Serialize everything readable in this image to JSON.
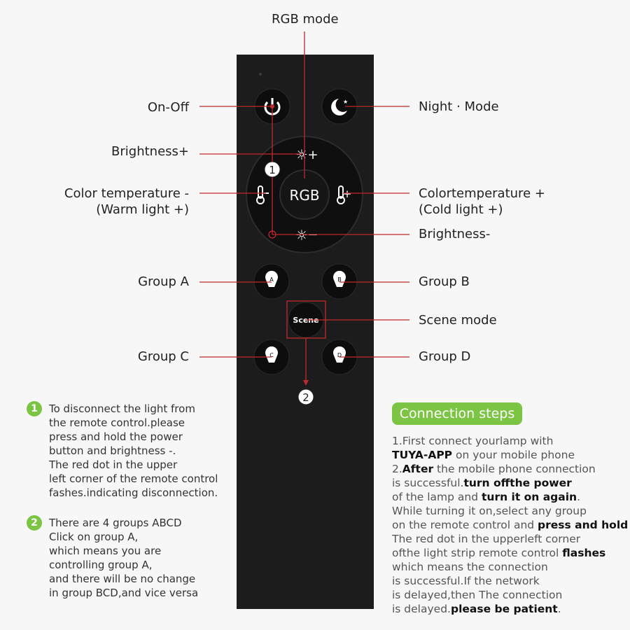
{
  "labels": {
    "rgb_mode": "RGB mode",
    "on_off": "On-Off",
    "night_mode": "Night · Mode",
    "brightness_plus": "Brightness+",
    "color_temp_minus": "Color temperature -",
    "warm_light": "(Warm light +)",
    "color_temp_plus": "Colortemperature +",
    "cold_light": "(Cold light +)",
    "brightness_minus": "Brightness-",
    "group_a": "Group A",
    "group_b": "Group B",
    "scene_mode": "Scene mode",
    "group_c": "Group C",
    "group_d": "Group D"
  },
  "remote": {
    "rgb_button": "RGB",
    "scene_button": "Scene",
    "group_letters": [
      "A",
      "B",
      "C",
      "D"
    ],
    "marker_1": "1",
    "marker_2": "2"
  },
  "notes": [
    {
      "number": "1",
      "lines": [
        "To disconnect the light from",
        "the remote control.please",
        "press and hold the power",
        "button and brightness -.",
        "The red dot in the upper",
        "left corner of the remote control",
        "fashes.indicating disconnection."
      ]
    },
    {
      "number": "2",
      "lines": [
        "There are 4 groups ABCD",
        "Click on group A,",
        "which means you are",
        "controlling group A,",
        "and there will be no change",
        "in group BCD,and vice versa"
      ]
    }
  ],
  "connection_steps": {
    "title": "Connection steps",
    "lines": [
      [
        {
          "t": "1.First connect yourlamp with",
          "b": false
        }
      ],
      [
        {
          "t": "TUYA-APP",
          "b": true
        },
        {
          "t": " on your mobile phone",
          "b": false
        }
      ],
      [
        {
          "t": "2.",
          "b": false
        },
        {
          "t": "After",
          "b": true
        },
        {
          "t": " the mobile phone connection",
          "b": false
        }
      ],
      [
        {
          "t": "is successful.",
          "b": false
        },
        {
          "t": "turn offthe power",
          "b": true
        }
      ],
      [
        {
          "t": "of the lamp and ",
          "b": false
        },
        {
          "t": "turn it on again",
          "b": true
        },
        {
          "t": ".",
          "b": false
        }
      ],
      [
        {
          "t": "While turning it on,select any group",
          "b": false
        }
      ],
      [
        {
          "t": "on the remote control and ",
          "b": false
        },
        {
          "t": "press and hold",
          "b": true
        }
      ],
      [
        {
          "t": "The red dot in the upperleft corner",
          "b": false
        }
      ],
      [
        {
          "t": "ofthe light strip remote control ",
          "b": false
        },
        {
          "t": "flashes",
          "b": true
        }
      ],
      [
        {
          "t": "which means the connection",
          "b": false
        }
      ],
      [
        {
          "t": "is successful.If the network",
          "b": false
        }
      ],
      [
        {
          "t": "is delayed,then The connection",
          "b": false
        }
      ],
      [
        {
          "t": "is delayed.",
          "b": false
        },
        {
          "t": "please be patient",
          "b": true
        },
        {
          "t": ".",
          "b": false
        }
      ]
    ]
  },
  "colors": {
    "accent_green": "#7cc444",
    "pointer_red": "#c0282d",
    "remote_body": "#1c1c1c"
  }
}
